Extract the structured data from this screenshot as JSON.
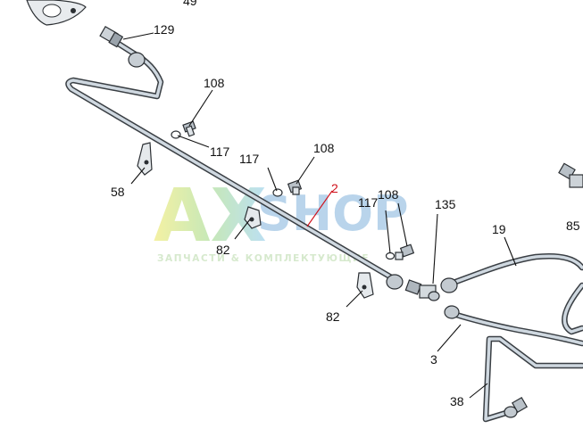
{
  "diagram": {
    "callouts": [
      {
        "id": "49",
        "text": "49"
      },
      {
        "id": "129",
        "text": "129"
      },
      {
        "id": "108a",
        "text": "108"
      },
      {
        "id": "117a",
        "text": "117"
      },
      {
        "id": "58",
        "text": "58"
      },
      {
        "id": "117b",
        "text": "117"
      },
      {
        "id": "108b",
        "text": "108"
      },
      {
        "id": "2",
        "text": "2"
      },
      {
        "id": "117c",
        "text": "117"
      },
      {
        "id": "108c",
        "text": "108"
      },
      {
        "id": "135",
        "text": "135"
      },
      {
        "id": "19",
        "text": "19"
      },
      {
        "id": "85",
        "text": "85"
      },
      {
        "id": "82a",
        "text": "82"
      },
      {
        "id": "82b",
        "text": "82"
      },
      {
        "id": "3",
        "text": "3"
      },
      {
        "id": "38",
        "text": "38"
      }
    ],
    "highlight_color": "#d0101a"
  },
  "watermark": {
    "brand_left": "AX",
    "brand_right": "SHOP",
    "tagline": "ЗАПЧАСТИ & КОМПЛЕКТУЮЩИЕ"
  }
}
